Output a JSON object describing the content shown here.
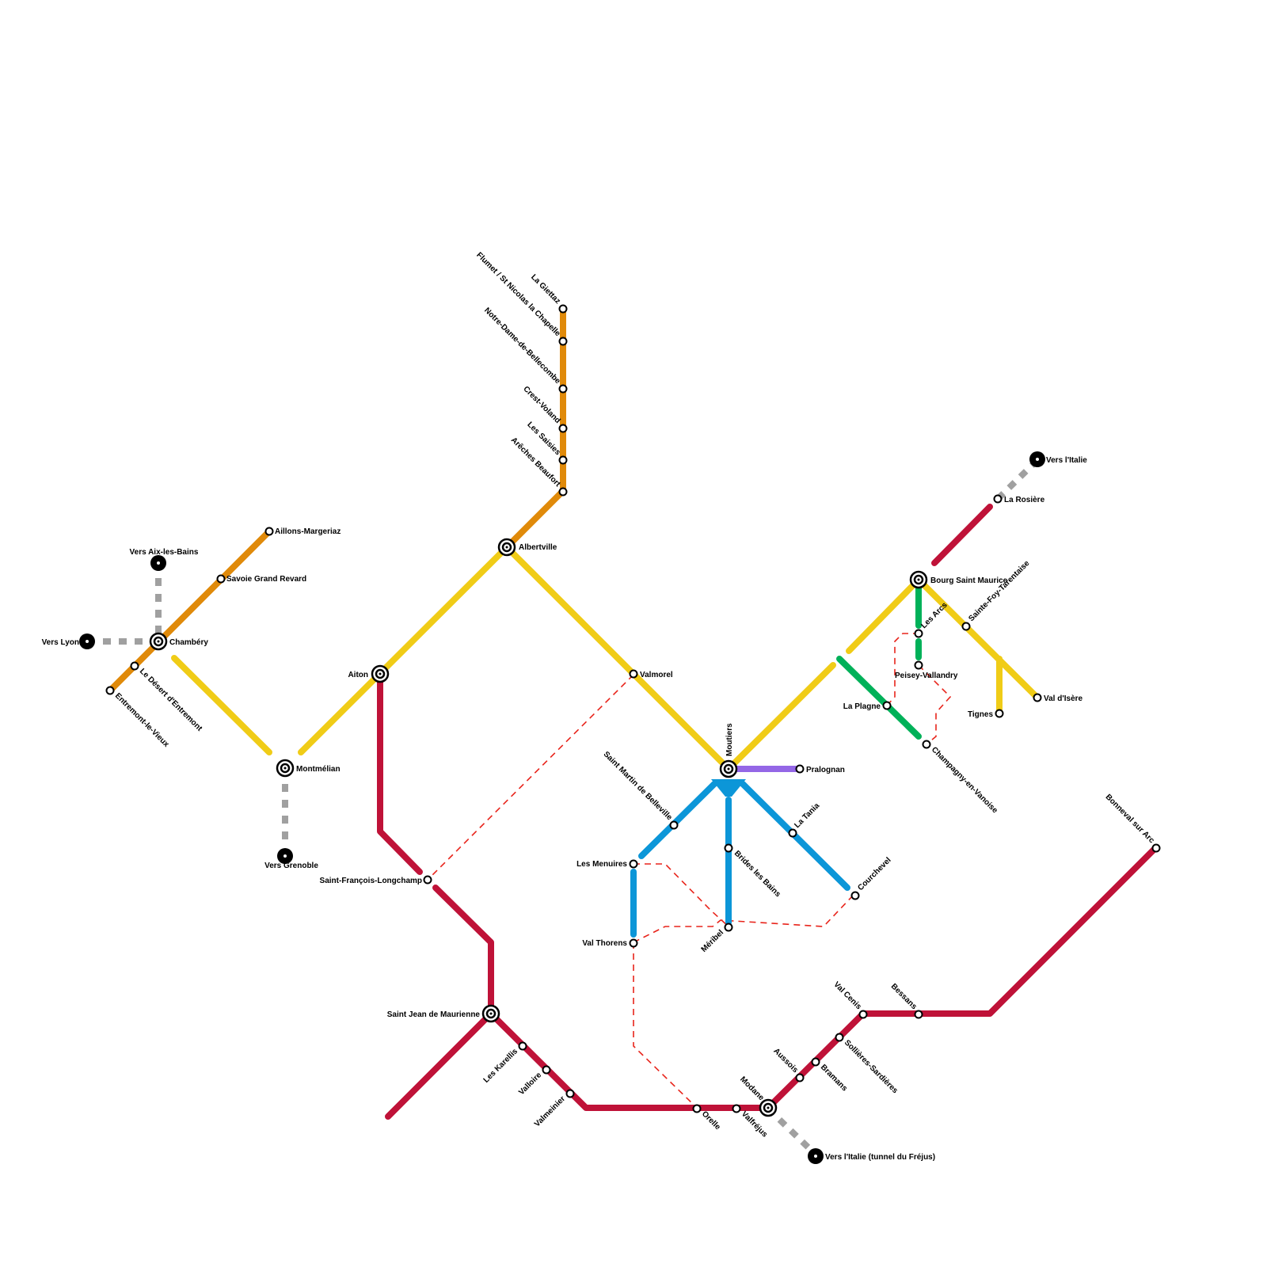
{
  "colors": {
    "yellow": "#f0cc17",
    "orange": "#e08a0a",
    "crimson": "#bf1238",
    "blue": "#0c96d8",
    "green": "#00b159",
    "purple": "#9467e6",
    "rail": "#a0a0a0",
    "link": "#e8241b"
  },
  "stations": {
    "vers_aix": "Vers Aix-les-Bains",
    "vers_lyon": "Vers Lyon",
    "chambery": "Chambéry",
    "desert": "Le Désert d'Entremont",
    "entremont": "Entremont-le-Vieux",
    "aillons": "Aillons-Margeriaz",
    "savoie": "Savoie Grand Revard",
    "montmelian": "Montmélian",
    "vers_grenoble": "Vers Grenoble",
    "aiton": "Aiton",
    "albertville": "Albertville",
    "la_giettaz": "La Giettaz",
    "flumet": "Flumet / St Nicolas la Chapelle",
    "notre_dame": "Notre-Dame-de-Bellecombe",
    "crest": "Crest-Voland",
    "saisies": "Les Saisies",
    "areches": "Arêches Beaufort",
    "valmorel": "Valmorel",
    "moutiers": "Moutiers",
    "pralognan": "Pralognan",
    "st_martin": "Saint Martin de Belleville",
    "la_tania": "La Tania",
    "brides": "Brides les Bains",
    "courchevel": "Courchevel",
    "les_menuires": "Les Menuires",
    "val_thorens": "Val Thorens",
    "meribel": "Méribel",
    "st_francois": "Saint-François-Longchamp",
    "st_jean": "Saint Jean de Maurienne",
    "karellis": "Les Karellis",
    "valloire": "Valloire",
    "valmeinier": "Valmeinier",
    "orelle": "Orelle",
    "valfrejus": "Valfréjus",
    "modane": "Modane",
    "vers_italie_frejus": "Vers l'Italie (tunnel du Fréjus)",
    "aussois": "Aussois",
    "bramans": "Bramans",
    "sollieres": "Sollières-Sardières",
    "val_cenis": "Val Cenis",
    "bessans": "Bessans",
    "bonneval": "Bonneval sur Arc",
    "bourg": "Bourg Saint Maurice",
    "la_rosiere": "La Rosière",
    "vers_italie": "Vers l'Italie",
    "les_arcs": "Les Arcs",
    "peisey": "Peisey-Vallandry",
    "la_plagne": "La Plagne",
    "champagny": "Champagny-en-Vanoise",
    "sainte_foy": "Sainte-Foy-Tarentaise",
    "tignes": "Tignes",
    "val_isere": "Val d'Isère"
  }
}
